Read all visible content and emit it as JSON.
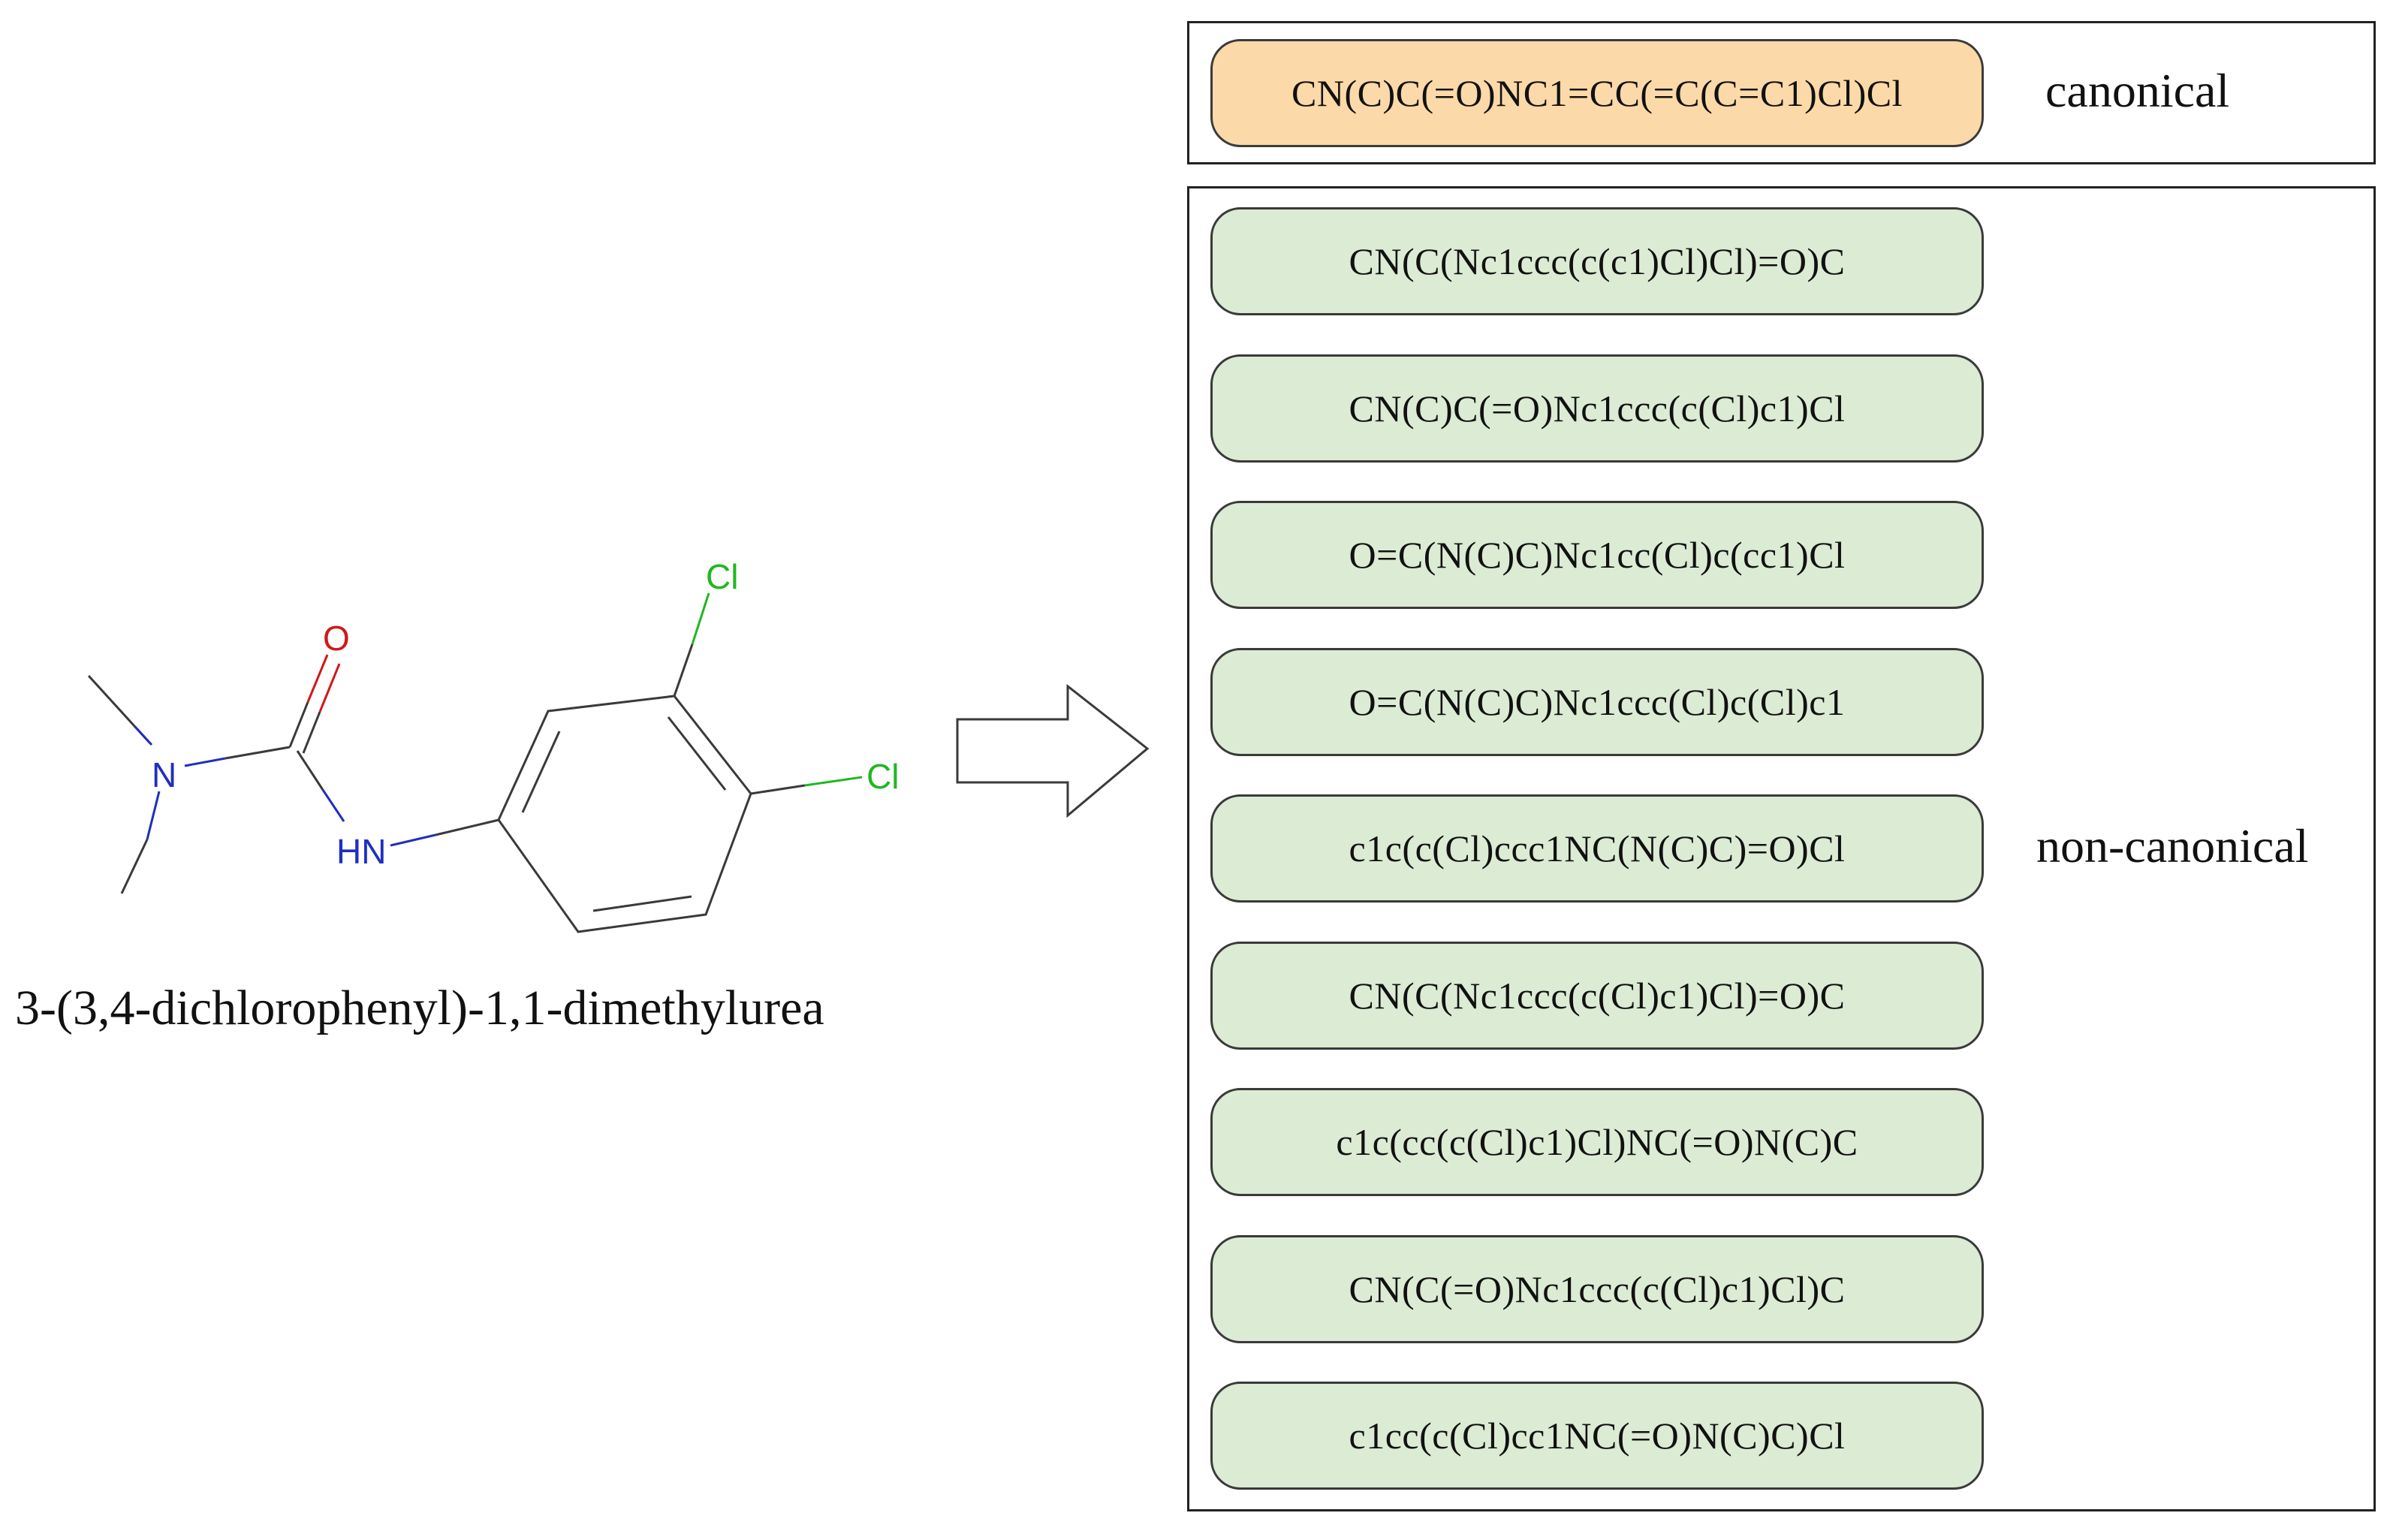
{
  "molecule": {
    "name": "3-(3,4-dichlorophenyl)-1,1-dimethylurea",
    "atoms": {
      "oxygen": "O",
      "nitrogen": "N",
      "nh": "HN",
      "cl_top": "Cl",
      "cl_right": "Cl"
    },
    "colors": {
      "bond": "#3a3a3a",
      "nitrogen": "#1f2fbf",
      "oxygen": "#d01818",
      "chlorine": "#1fb81f"
    }
  },
  "canonical": {
    "smiles": "CN(C)C(=O)NC1=CC(=C(C=C1)Cl)Cl",
    "label": "canonical",
    "fill": "#fcd9a8"
  },
  "non_canonical": {
    "label": "non-canonical",
    "fill": "#dcebd4",
    "smiles": [
      "CN(C(Nc1ccc(c(c1)Cl)Cl)=O)C",
      "CN(C)C(=O)Nc1ccc(c(Cl)c1)Cl",
      "O=C(N(C)C)Nc1cc(Cl)c(cc1)Cl",
      "O=C(N(C)C)Nc1ccc(Cl)c(Cl)c1",
      "c1c(c(Cl)ccc1NC(N(C)C)=O)Cl",
      "CN(C(Nc1ccc(c(Cl)c1)Cl)=O)C",
      "c1c(cc(c(Cl)c1)Cl)NC(=O)N(C)C",
      "CN(C(=O)Nc1ccc(c(Cl)c1)Cl)C",
      "c1cc(c(Cl)cc1NC(=O)N(C)C)Cl"
    ]
  }
}
